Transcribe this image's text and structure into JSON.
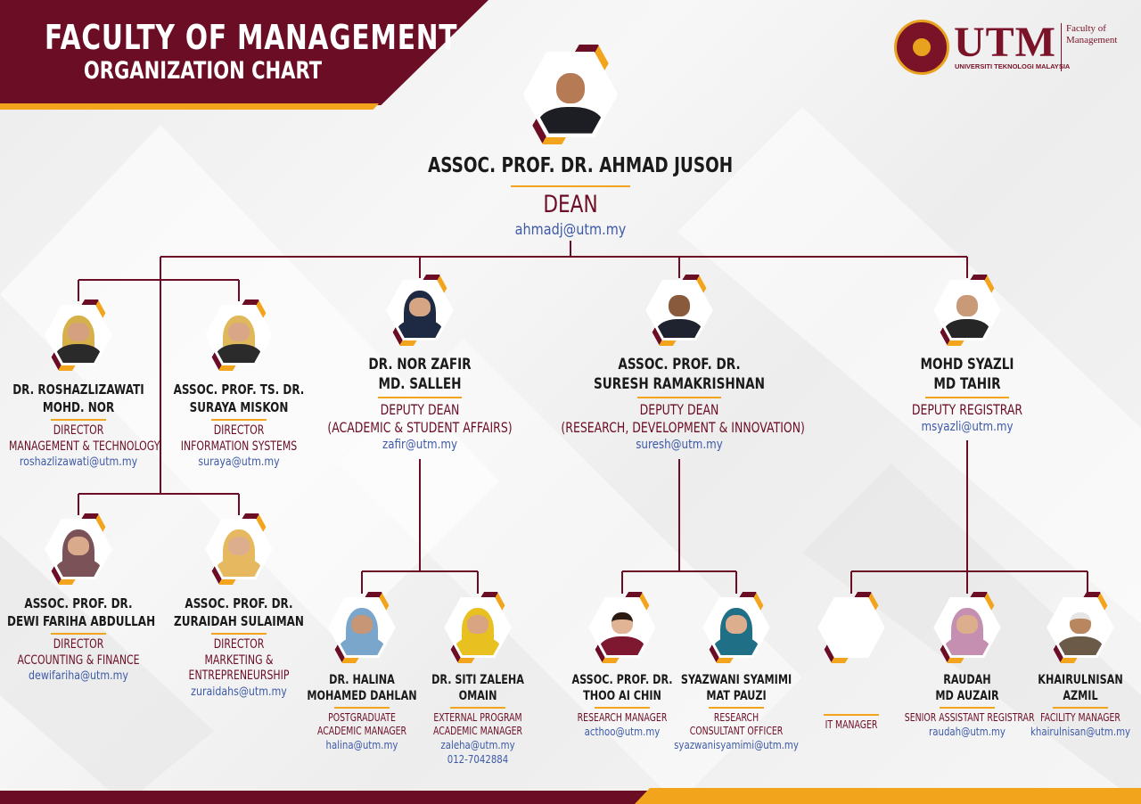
{
  "header": {
    "title_line1": "FACULTY OF MANAGEMENT",
    "title_line2": "ORGANIZATION CHART"
  },
  "logo": {
    "wordmark": "UTM",
    "university": "UNIVERSITI TEKNOLOGI MALAYSIA",
    "faculty_line1": "Faculty of",
    "faculty_line2": "Management"
  },
  "colors": {
    "maroon": "#6b0d24",
    "gold": "#f2a51c",
    "email_blue": "#3d5aa8"
  },
  "dean": {
    "name": "ASSOC. PROF. DR. AHMAD JUSOH",
    "role": "DEAN",
    "email": "ahmadj@utm.my"
  },
  "people": {
    "roshazlizawati": {
      "name1": "DR. ROSHAZLIZAWATI",
      "name2": "MOHD. NOR",
      "role1": "DIRECTOR",
      "role2": "MANAGEMENT & TECHNOLOGY",
      "email": "roshazlizawati@utm.my"
    },
    "suraya": {
      "name1": "ASSOC. PROF. TS. DR.",
      "name2": "SURAYA MISKON",
      "role1": "DIRECTOR",
      "role2": "INFORMATION SYSTEMS",
      "email": "suraya@utm.my"
    },
    "zafir": {
      "name1": "DR. NOR ZAFIR",
      "name2": "MD. SALLEH",
      "role1": "DEPUTY DEAN",
      "role2": "(ACADEMIC & STUDENT AFFAIRS)",
      "email": "zafir@utm.my"
    },
    "suresh": {
      "name1": "ASSOC. PROF. DR.",
      "name2": "SURESH RAMAKRISHNAN",
      "role1": "DEPUTY DEAN",
      "role2": "(RESEARCH, DEVELOPMENT & INNOVATION)",
      "email": "suresh@utm.my"
    },
    "syazli": {
      "name1": "MOHD SYAZLI",
      "name2": "MD TAHIR",
      "role1": "DEPUTY REGISTRAR",
      "email": "msyazli@utm.my"
    },
    "dewi": {
      "name1": "ASSOC. PROF. DR.",
      "name2": "DEWI FARIHA ABDULLAH",
      "role1": "DIRECTOR",
      "role2": "ACCOUNTING & FINANCE",
      "email": "dewifariha@utm.my"
    },
    "zuraidah": {
      "name1": "ASSOC. PROF. DR.",
      "name2": "ZURAIDAH SULAIMAN",
      "role1": "DIRECTOR",
      "role2": "MARKETING &",
      "role3": "ENTREPRENEURSHIP",
      "email": "zuraidahs@utm.my"
    },
    "halina": {
      "name1": "DR. HALINA",
      "name2": "MOHAMED DAHLAN",
      "role1": "POSTGRADUATE",
      "role2": "ACADEMIC MANAGER",
      "email": "halina@utm.my"
    },
    "zaleha": {
      "name1": "DR. SITI ZALEHA",
      "name2": "OMAIN",
      "role1": "EXTERNAL PROGRAM",
      "role2": "ACADEMIC MANAGER",
      "email": "zaleha@utm.my",
      "phone": "012-7042884"
    },
    "thoo": {
      "name1": "ASSOC. PROF. DR.",
      "name2": "THOO AI CHIN",
      "role1": "RESEARCH MANAGER",
      "email": "acthoo@utm.my"
    },
    "syazwani": {
      "name1": "SYAZWANI SYAMIMI",
      "name2": "MAT PAUZI",
      "role1": "RESEARCH",
      "role2": "CONSULTANT OFFICER",
      "email": "syazwanisyamimi@utm.my"
    },
    "itmanager": {
      "role1": "IT MANAGER"
    },
    "raudah": {
      "name1": "RAUDAH",
      "name2": "MD AUZAIR",
      "role1": "SENIOR ASSISTANT REGISTRAR",
      "email": "raudah@utm.my"
    },
    "khairulnisan": {
      "name1": "KHAIRULNISAN",
      "name2": "AZMIL",
      "role1": "FACILITY MANAGER",
      "email": "khairulnisan@utm.my"
    }
  }
}
